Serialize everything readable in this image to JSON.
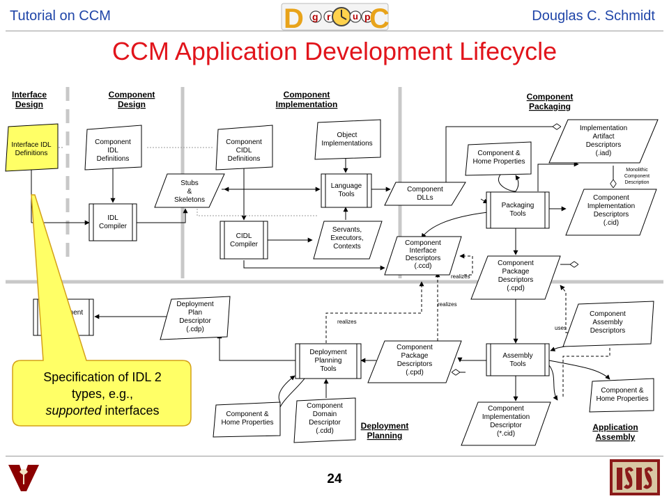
{
  "header": {
    "left": "Tutorial on CCM",
    "right": "Douglas C. Schmidt",
    "logo_letters": [
      "D",
      "g",
      "r",
      "u",
      "p",
      "C"
    ]
  },
  "title": "CCM Application Development Lifecycle",
  "page_number": "24",
  "phases": {
    "interface_design": [
      "Interface",
      "Design"
    ],
    "component_design": [
      "Component",
      "Design"
    ],
    "component_implementation": [
      "Component",
      "Implementation"
    ],
    "component_packaging": [
      "Component",
      "Packaging"
    ],
    "deployment_planning": [
      "Deployment",
      "Planning"
    ],
    "application_assembly": [
      "Application",
      "Assembly"
    ]
  },
  "nodes": {
    "interface_idl": [
      "Interface IDL",
      "Definitions"
    ],
    "component_idl": [
      "Component",
      "IDL",
      "Definitions"
    ],
    "idl_compiler": [
      "IDL",
      "Compiler"
    ],
    "stubs": [
      "Stubs",
      "&",
      "Skeletons"
    ],
    "component_cidl": [
      "Component",
      "CIDL",
      "Definitions"
    ],
    "cidl_compiler": [
      "CIDL",
      "Compiler"
    ],
    "object_impl": [
      "Object",
      "Implementations"
    ],
    "language_tools": [
      "Language",
      "Tools"
    ],
    "servants": [
      "Servants,",
      "Executors,",
      "Contexts"
    ],
    "component_dlls": [
      "Component",
      "DLLs"
    ],
    "interface_descriptors": [
      "Component",
      "Interface",
      "Descriptors",
      "(.ccd)"
    ],
    "home_props_top": [
      "Component &",
      "Home Properties"
    ],
    "impl_artifact": [
      "Implementation",
      "Artifact",
      "Descriptors",
      "(.iad)"
    ],
    "monolithic": [
      "Monolithic",
      "Component",
      "Description"
    ],
    "packaging_tools": [
      "Packaging",
      "Tools"
    ],
    "impl_descriptors": [
      "Component",
      "Implementation",
      "Descriptors",
      "(.cid)"
    ],
    "package_descriptors_top": [
      "Component",
      "Package",
      "Descriptors",
      "(.cpd)"
    ],
    "assembly_descriptors": [
      "Component",
      "Assembly",
      "Descriptors"
    ],
    "assembly_tools": [
      "Assembly",
      "Tools"
    ],
    "home_props_right": [
      "Component &",
      "Home Properties"
    ],
    "impl_descriptor_bottom": [
      "Component",
      "Implementation",
      "Descriptor",
      "(*.cid)"
    ],
    "package_descriptors_bottom": [
      "Component",
      "Package",
      "Descriptors",
      "(.cpd)"
    ],
    "deployment_planning_tools": [
      "Deployment",
      "Planning",
      "Tools"
    ],
    "home_props_bottom": [
      "Component &",
      "Home Properties"
    ],
    "domain_descriptor": [
      "Component",
      "Domain",
      "Descriptor",
      "(.cdd)"
    ],
    "deployment_plan": [
      "Deployment",
      "Plan",
      "Descriptor",
      "(.cdp)"
    ],
    "hidden_box": [
      "ment"
    ]
  },
  "edge_labels": {
    "realizes_1": "realizes",
    "realizes_2": "realizes",
    "realizes_3": "realizes",
    "uses": "uses"
  },
  "callout": {
    "line1": "Specification of IDL 2",
    "line2": "types, e.g.,",
    "line3_italic": "supported",
    "line3_rest": " interfaces"
  },
  "colors": {
    "header_blue": "#1f45a8",
    "title_red": "#e1141b",
    "callout_fill": "#ffff66",
    "callout_border": "#d4a017",
    "divider_gray": "#c8c8c8"
  }
}
